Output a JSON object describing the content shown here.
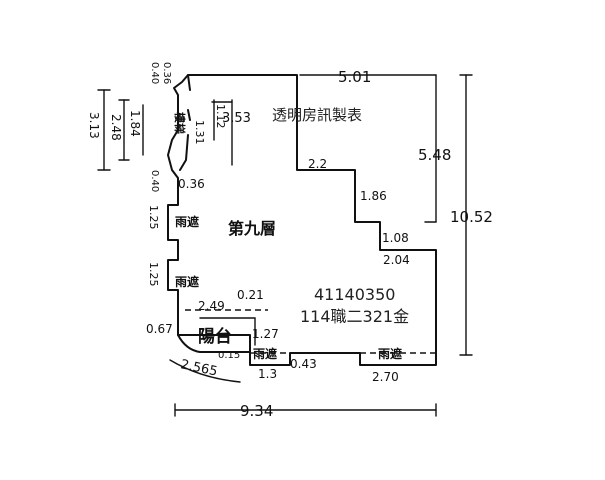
{
  "header": {
    "title": "透明房訊製表"
  },
  "case": {
    "id": "41140350",
    "ref": "114職二321金"
  },
  "rooms": {
    "main": "第九層",
    "balcony": "陽台",
    "rain_shelter": "雨遮",
    "stair": "樓梯"
  },
  "dimensions": {
    "top": "5.01",
    "right_upper": "5.48",
    "right_total": "10.52",
    "bottom_total": "9.34",
    "left_a": "3.13",
    "left_b": "2.48",
    "left_c": "1.84",
    "stair_w": "3.53",
    "stair_h": "1.12",
    "stair_d": "1.31",
    "top_small": "0.40",
    "top_small2": "0.36",
    "mid_a": "0.40",
    "mid_b": "0.36",
    "step1": "2.2",
    "step2": "1.86",
    "step3": "1.08",
    "step4": "2.04",
    "bot_right": "2.70",
    "bot_mid": "0.43",
    "bot_mid2": "1.3",
    "balc_top": "2.49",
    "balc_dash": "0.21",
    "balc_side": "0.67",
    "balc_h": "1.27",
    "balc_small": "0.15",
    "balc_arc": "2.565",
    "left_rain1": "1.25",
    "left_rain2": "1.25"
  }
}
